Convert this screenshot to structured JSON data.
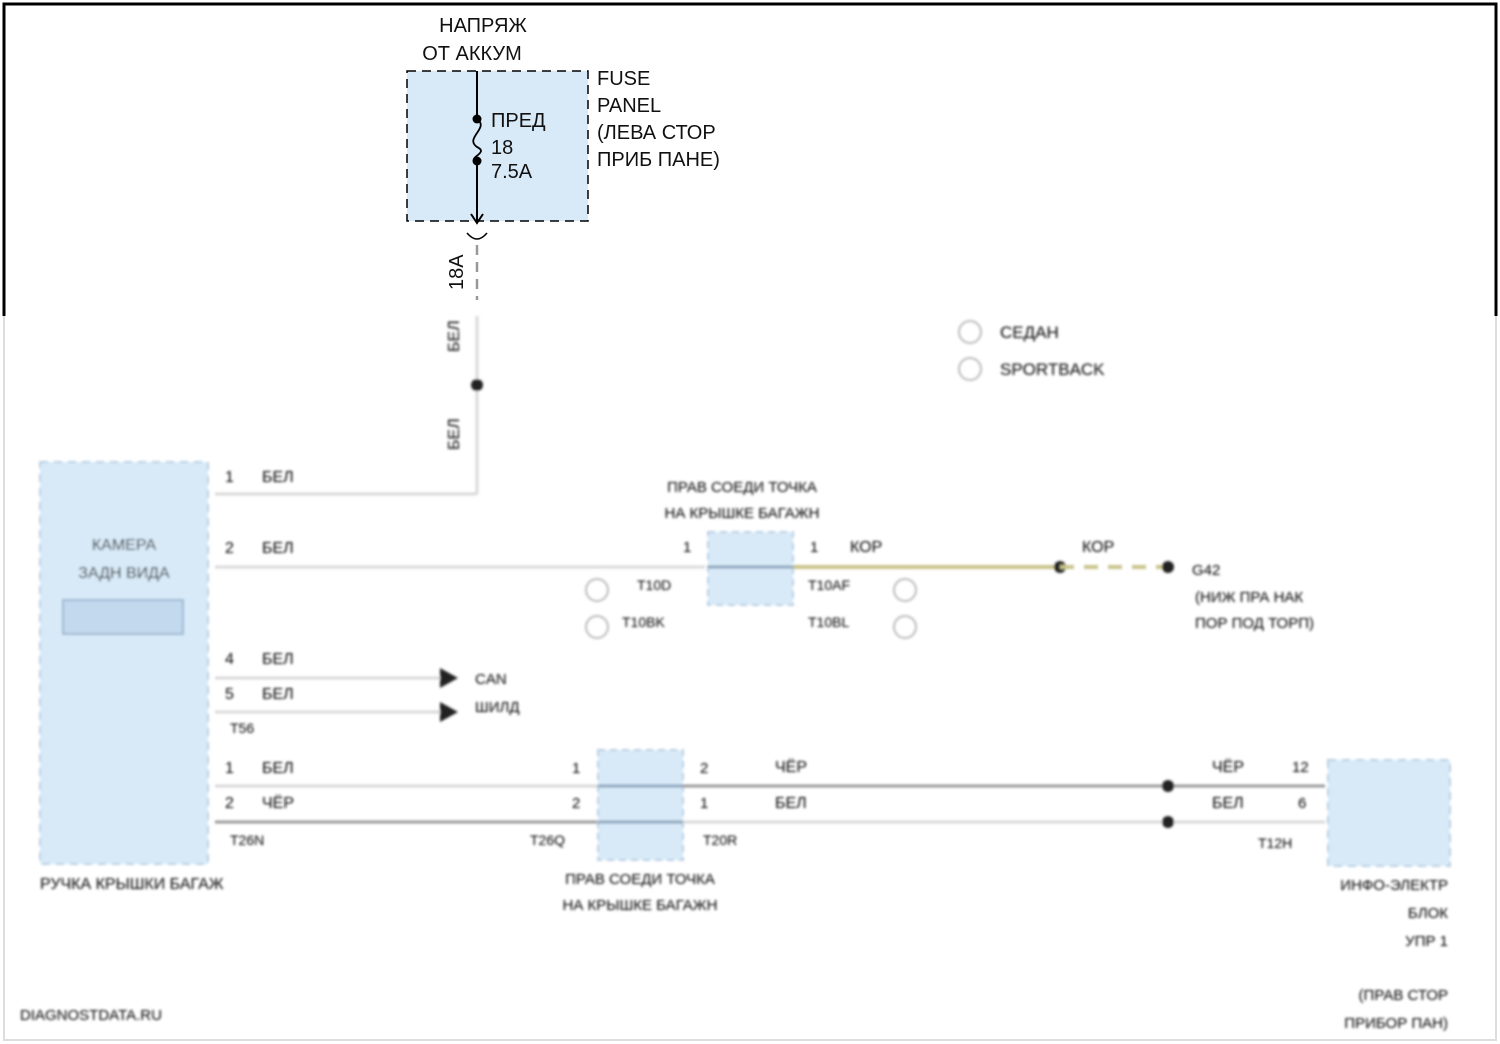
{
  "supply": {
    "line1": "НАПРЯЖ",
    "line2": "ОТ АККУМ"
  },
  "fuse": {
    "name": "ПРЕД",
    "number": "18",
    "rating": "7.5A"
  },
  "fuse_panel": {
    "line1": "FUSE",
    "line2": "PANEL",
    "line3": "(ЛЕВА СТОР",
    "line4": "ПРИБ ПАНЕ)"
  },
  "wire_top": {
    "id": "18A",
    "color1": "БЕЛ",
    "color2": "БЕЛ"
  },
  "legend": {
    "sedan": "СЕДАН",
    "sportback": "SPORTBACK"
  },
  "camera": {
    "line1": "КАМЕРА",
    "line2": "ЗАДН ВИДА",
    "caption": "РУЧКА КРЫШКИ БАГАЖ"
  },
  "camera_pins": [
    {
      "pin": "1",
      "color": "БЕЛ"
    },
    {
      "pin": "2",
      "color": "БЕЛ"
    },
    {
      "pin": "4",
      "color": "БЕЛ"
    },
    {
      "pin": "5",
      "color": "БЕЛ"
    },
    {
      "pin": "1",
      "color": "БЕЛ"
    },
    {
      "pin": "2",
      "color": "ЧЁР"
    }
  ],
  "connector_top": {
    "line1": "ПРАВ СОЕДИ ТОЧКА",
    "line2": "НА КРЫШКЕ БАГАЖН",
    "left_pin": "1",
    "right_pin": "1",
    "left_ids": [
      "T10D",
      "T10BK"
    ],
    "right_ids": [
      "T10AF",
      "T10BL"
    ]
  },
  "ground_wire": {
    "color1": "КОР",
    "color2": "КОР"
  },
  "ground": {
    "id": "G42",
    "line1": "(НИЖ ПРА НАК",
    "line2": "ПОР ПОД ТОРП)"
  },
  "signals": {
    "can": "CAN",
    "shield": "ШИЛД",
    "mid_id": "T56"
  },
  "connector_bottom": {
    "line1": "ПРАВ СОЕДИ ТОЧКА",
    "line2": "НА КРЫШКЕ БАГАЖН",
    "left_pins": [
      "1",
      "2"
    ],
    "right_pins": [
      "2",
      "1"
    ],
    "ids": [
      "T26N",
      "T26Q",
      "T20R"
    ]
  },
  "bottom_wires": {
    "right_colors": [
      "ЧЁР",
      "БЕЛ"
    ],
    "end_colors": [
      "ЧЁР",
      "БЕЛ"
    ]
  },
  "info_unit": {
    "line1": "ИНФО-ЭЛЕКТР",
    "line2": "БЛОК",
    "line3": "УПР 1",
    "line4": "(ПРАВ СТОР",
    "line5": "ПРИБОР ПАН)",
    "pins": [
      "12",
      "6"
    ],
    "connector_id": "T12H"
  },
  "watermark": "DIAGNOSTDATA.RU",
  "colors": {
    "box_fill": "#d8eaf8",
    "wire_brown": "#c8c28a",
    "wire_white": "#d9d9d9",
    "wire_black": "#9a9a9a"
  }
}
